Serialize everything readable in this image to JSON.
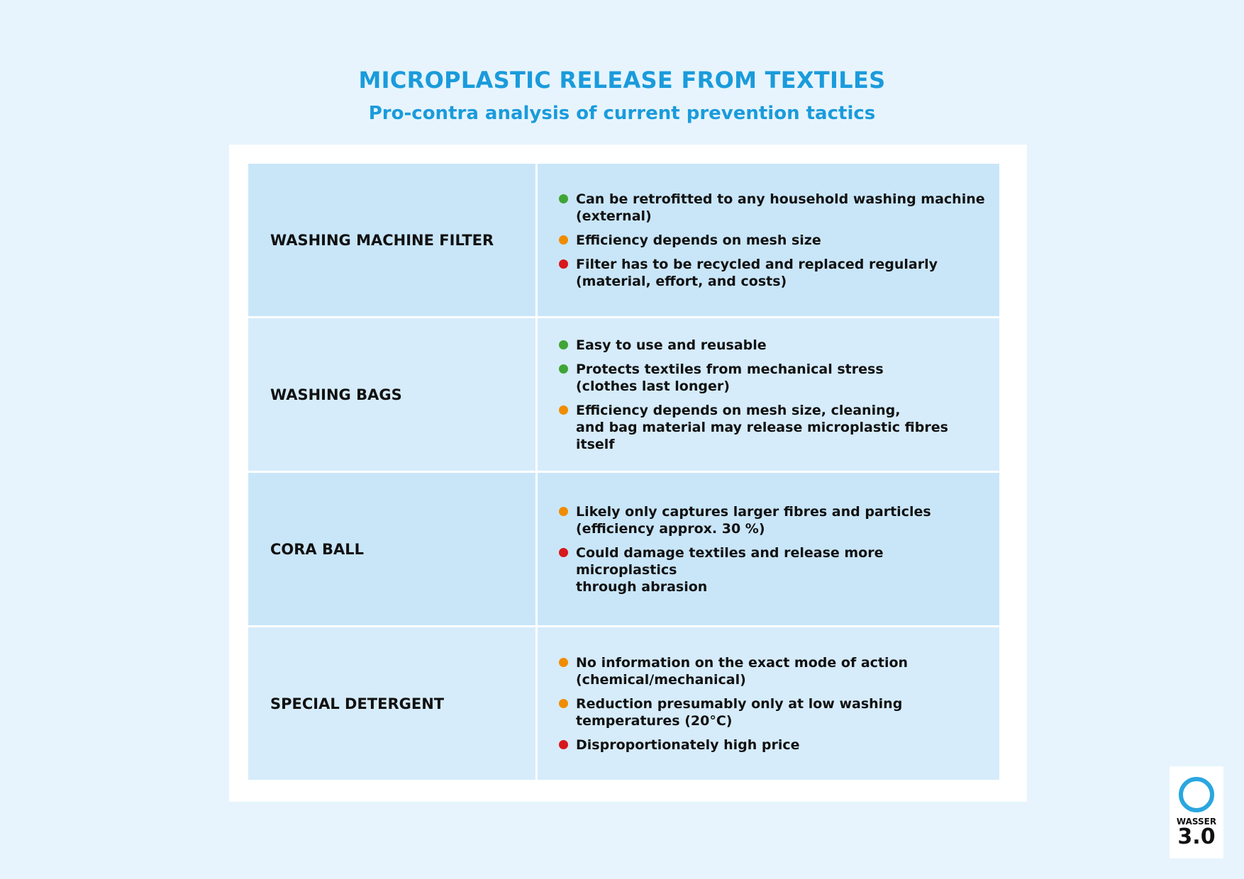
{
  "header": {
    "title": "MICROPLASTIC RELEASE FROM TEXTILES",
    "subtitle": "Pro-contra analysis of current prevention tactics"
  },
  "colors": {
    "pro": "#3fa535",
    "neutral": "#f08c00",
    "contra": "#d7191c"
  },
  "rows": [
    {
      "name": "WASHING MACHINE FILTER",
      "items": [
        {
          "type": "pro",
          "text": "Can be retrofitted to any household washing machine\n(external)"
        },
        {
          "type": "neutral",
          "text": "Efficiency depends on mesh size"
        },
        {
          "type": "contra",
          "text": "Filter has to be recycled and replaced regularly\n(material, effort, and costs)"
        }
      ]
    },
    {
      "name": "WASHING BAGS",
      "items": [
        {
          "type": "pro",
          "text": "Easy to use and reusable"
        },
        {
          "type": "pro",
          "text": "Protects textiles from mechanical stress\n(clothes last longer)"
        },
        {
          "type": "neutral",
          "text": "Efficiency depends on mesh size, cleaning,\nand bag material may release microplastic fibres itself"
        }
      ]
    },
    {
      "name": "CORA BALL",
      "items": [
        {
          "type": "neutral",
          "text": "Likely only captures larger fibres and particles\n(efficiency approx. 30 %)"
        },
        {
          "type": "contra",
          "text": "Could damage textiles and release more microplastics\nthrough abrasion"
        }
      ]
    },
    {
      "name": "SPECIAL DETERGENT",
      "items": [
        {
          "type": "neutral",
          "text": "No information on the exact mode of action\n(chemical/mechanical)"
        },
        {
          "type": "neutral",
          "text": "Reduction presumably only at low washing\ntemperatures (20°C)"
        },
        {
          "type": "contra",
          "text": "Disproportionately high price"
        }
      ]
    }
  ],
  "logo": {
    "word": "WASSER",
    "number": "3.0"
  }
}
